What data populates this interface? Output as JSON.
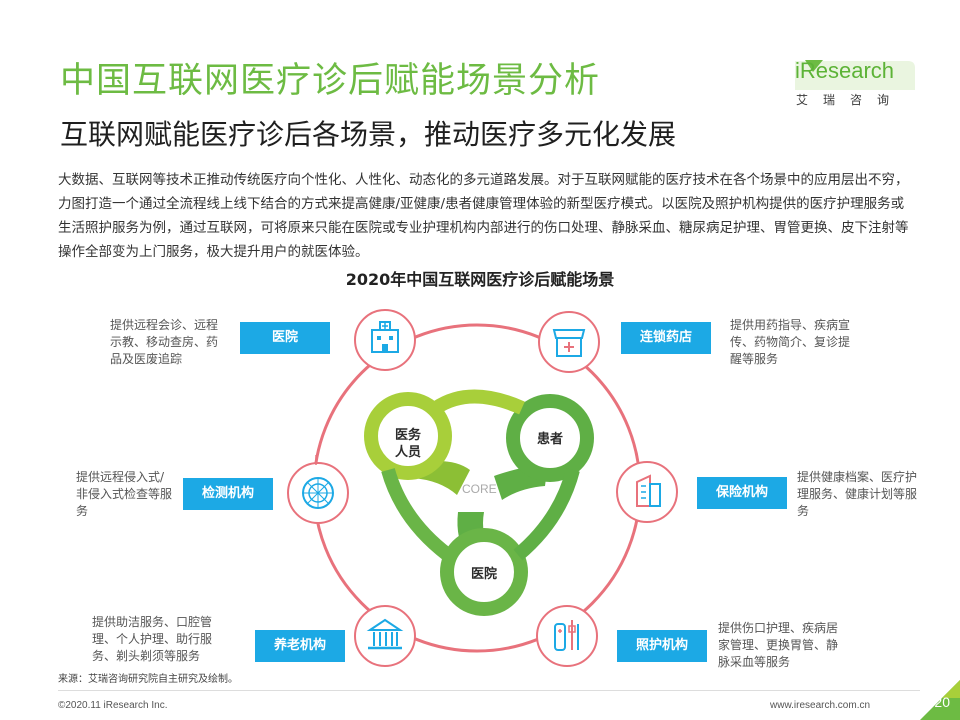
{
  "header": {
    "title": "中国互联网医疗诊后赋能场景分析",
    "subtitle": "互联网赋能医疗诊后各场景，推动医疗多元化发展",
    "logo_word": "iResearch",
    "logo_sub": "艾瑞咨询"
  },
  "intro": "大数据、互联网等技术正推动传统医疗向个性化、人性化、动态化的多元道路发展。对于互联网赋能的医疗技术在各个场景中的应用层出不穷，力图打造一个通过全流程线上线下结合的方式来提高健康/亚健康/患者健康管理体验的新型医疗模式。以医院及照护机构提供的医疗护理服务或生活照护服务为例，通过互联网，可将原来只能在医院或专业护理机构内部进行的伤口处理、静脉采血、糖尿病足护理、胃管更换、皮下注射等操作全部变为上门服务，极大提升用户的就医体验。",
  "diagram": {
    "title": "2020年中国互联网医疗诊后赋能场景",
    "core_label": "CORE",
    "lobes": {
      "doctor": "医务\n人员",
      "patient": "患者",
      "hospital": "医院"
    },
    "nodes": {
      "hospital": {
        "label": "医院",
        "desc": "提供远程会诊、远程示教、移动查房、药品及医废追踪",
        "icon": "hospital-building-icon"
      },
      "pharmacy": {
        "label": "连锁药店",
        "desc": "提供用药指导、疾病宣传、药物简介、复诊提醒等服务",
        "icon": "pharmacy-store-icon"
      },
      "testing": {
        "label": "检测机构",
        "desc": "提供远程侵入式/非侵入式检查等服务",
        "icon": "radar-scan-icon"
      },
      "insurance": {
        "label": "保险机构",
        "desc": "提供健康档案、医疗护理服务、健康计划等服务",
        "icon": "office-building-icon"
      },
      "elderly": {
        "label": "养老机构",
        "desc": "提供助洁服务、口腔管理、个人护理、助行服务、剃头剃须等服务",
        "icon": "institution-building-icon"
      },
      "nursing": {
        "label": "照护机构",
        "desc": "提供伤口护理、疾病居家管理、更换胃管、静脉采血等服务",
        "icon": "care-supplies-icon"
      }
    },
    "colors": {
      "ring": "#e8727c",
      "accent_box": "#1ca9e5",
      "lobe_green_light": "#a8cf3a",
      "lobe_green_dark": "#5faf45"
    }
  },
  "source": "来源：艾瑞咨询研究院自主研究及绘制。",
  "footer": {
    "copyright": "©2020.11 iResearch Inc.",
    "site": "www.iresearch.com.cn",
    "page": "20"
  }
}
